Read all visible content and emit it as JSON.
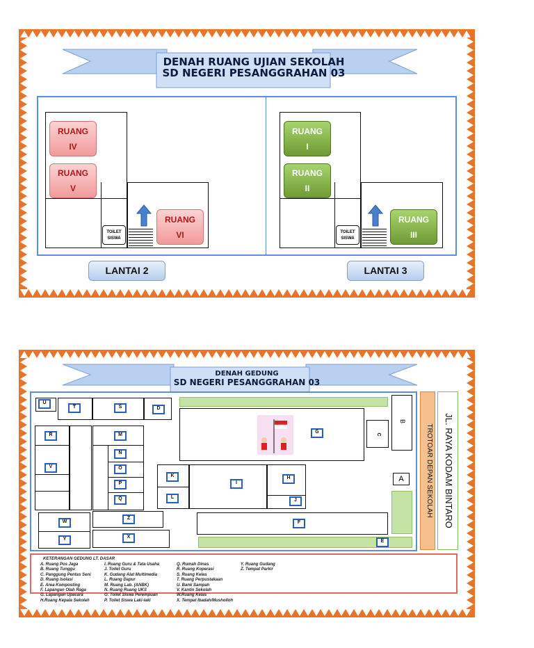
{
  "top": {
    "title_line1": "DENAH RUANG UJIAN SEKOLAH",
    "title_line2": "SD NEGERI PESANGGRAHAN 03",
    "lantai2": {
      "label": "LANTAI 2",
      "rooms": [
        {
          "line1": "RUANG",
          "line2": "IV"
        },
        {
          "line1": "RUANG",
          "line2": "V"
        },
        {
          "line1": "RUANG",
          "line2": "VI"
        }
      ],
      "toilet": [
        "TOILET",
        "SISWA"
      ]
    },
    "lantai3": {
      "label": "LANTAI 3",
      "rooms": [
        {
          "line1": "RUANG",
          "line2": "I"
        },
        {
          "line1": "RUANG",
          "line2": "II"
        },
        {
          "line1": "RUANG",
          "line2": "III"
        }
      ],
      "toilet": [
        "TOILET",
        "SISWA"
      ]
    }
  },
  "bottom": {
    "title_line1": "DENAH GEDUNG",
    "title_line2": "SD NEGERI PESANGGRAHAN 03",
    "labels": {
      "U": "U",
      "T": "T",
      "S": "S",
      "D": "D",
      "R": "R",
      "M": "M",
      "N": "N",
      "O": "O",
      "P": "P",
      "Q": "Q",
      "V": "V",
      "W": "W",
      "Y": "Y",
      "Z": "Z",
      "X": "X",
      "K": "K",
      "L": "L",
      "I": "I",
      "H": "H",
      "J": "J",
      "G": "G",
      "C": "C",
      "B": "B",
      "A": "A",
      "F": "F",
      "E": "E"
    },
    "trotoar": "TROTOAR DEPAN SEKOLAH",
    "road": "JL. RAYA KODAM BINTARO",
    "legend_title": "KETERANGAN GEDUNG LT. DASAR",
    "legend_col1": [
      "A. Ruang Pos Jaga",
      "B. Ruang Tunggu",
      "C. Panggung Pentas Seni",
      "D. Ruang Isolasi",
      "E. Area Komposting",
      "F. Lapangan Olah Raga",
      "G. Lapangan Upacara",
      "H.Ruang Kepala Sekolah"
    ],
    "legend_col2": [
      "I. Ruang Guru & Tata Usaha",
      "J. Toilet Guru",
      "K. Gudang Alat Multimedia",
      "L. Ruang Dapur",
      "M. Ruang Lab. (ANBK)",
      "N. Ruang Ruang UKS",
      "O. Toilet Siswa Perempuan",
      "P. Toilet Siswa Laki-laki"
    ],
    "legend_col3": [
      "Q. Rumah Dinas",
      "R. Ruang Koperasi",
      "S. Ruang Kelas",
      "T. Ruang Perpustakaan",
      "U. Bank Sampah",
      "V. Kantin Sekolah",
      "W.Ruang Kelas",
      "X. Tempat Ibadah/Musholloh"
    ],
    "legend_col4": [
      "Y. Ruang Gudang",
      "Z. Tempat Parkir"
    ]
  },
  "colors": {
    "frame": "#e8742a",
    "ribbon": "#a9c4ec",
    "panel_border": "#5b8fd6"
  }
}
